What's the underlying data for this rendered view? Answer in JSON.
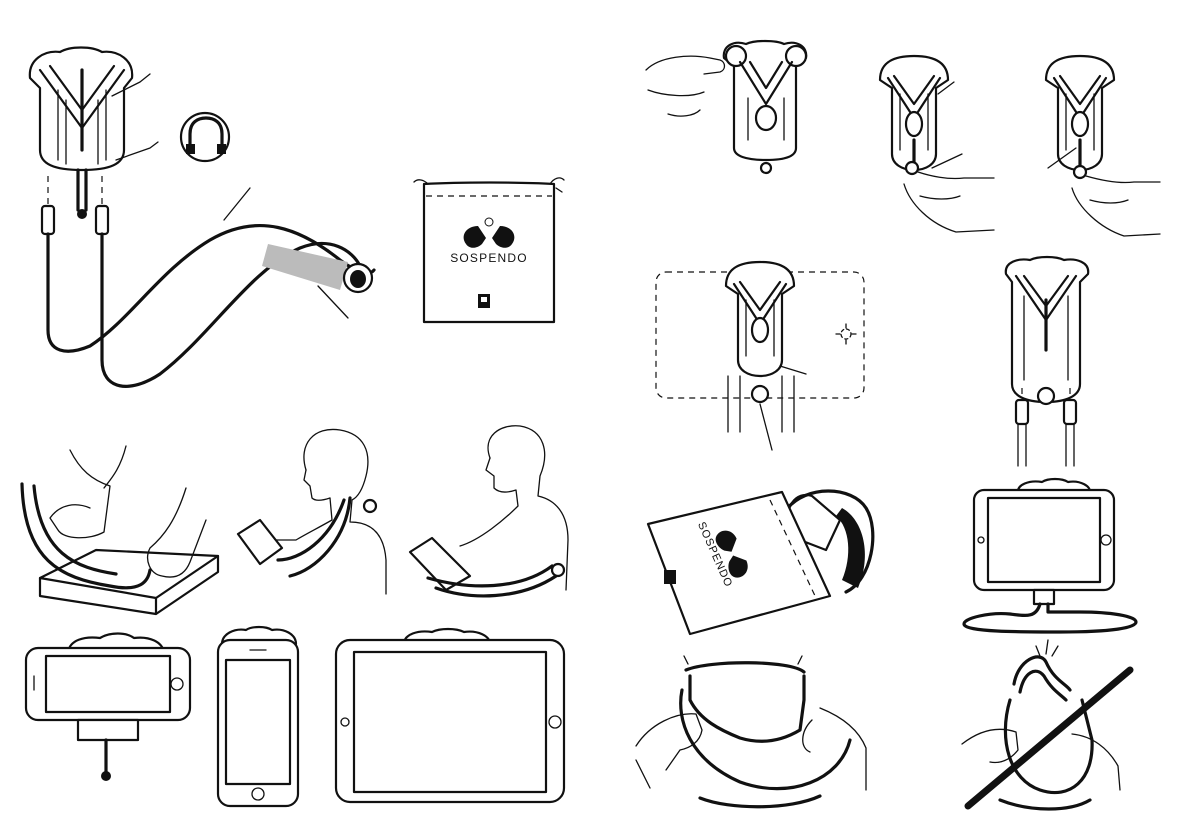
{
  "document": {
    "brand": {
      "name_on_bag": "SOSPENDO",
      "name_on_bag_folded": "SOSPENDO"
    },
    "illustrations": [
      {
        "id": "kit-contents",
        "icon": "holder-with-cable-magnet-and-pouch"
      },
      {
        "id": "holder-setup-1",
        "icon": "hand-pulling-ear-icon"
      },
      {
        "id": "holder-setup-2",
        "icon": "hand-inserting-plug-icon"
      },
      {
        "id": "holder-setup-3",
        "icon": "hand-pulling-cord-icon"
      },
      {
        "id": "holder-placement",
        "icon": "device-area-dashed-icon"
      },
      {
        "id": "holder-connected",
        "icon": "holder-with-cable-ends-icon"
      },
      {
        "id": "bend-on-table",
        "icon": "hands-bending-cable-icon"
      },
      {
        "id": "wear-neck-1",
        "icon": "person-phone-neck-icon"
      },
      {
        "id": "wear-neck-2",
        "icon": "person-tablet-neck-icon"
      },
      {
        "id": "pouch-storage",
        "icon": "pouch-with-coiled-cable-icon"
      },
      {
        "id": "desk-stand",
        "icon": "tablet-on-stand-icon"
      },
      {
        "id": "phone-landscape",
        "icon": "phone-landscape-icon"
      },
      {
        "id": "phone-portrait",
        "icon": "phone-portrait-icon"
      },
      {
        "id": "tablet-landscape",
        "icon": "tablet-landscape-icon"
      },
      {
        "id": "correct-bend",
        "icon": "cable-wide-loop-icon"
      },
      {
        "id": "wrong-bend",
        "icon": "cable-sharp-bend-crossed-icon"
      }
    ]
  }
}
